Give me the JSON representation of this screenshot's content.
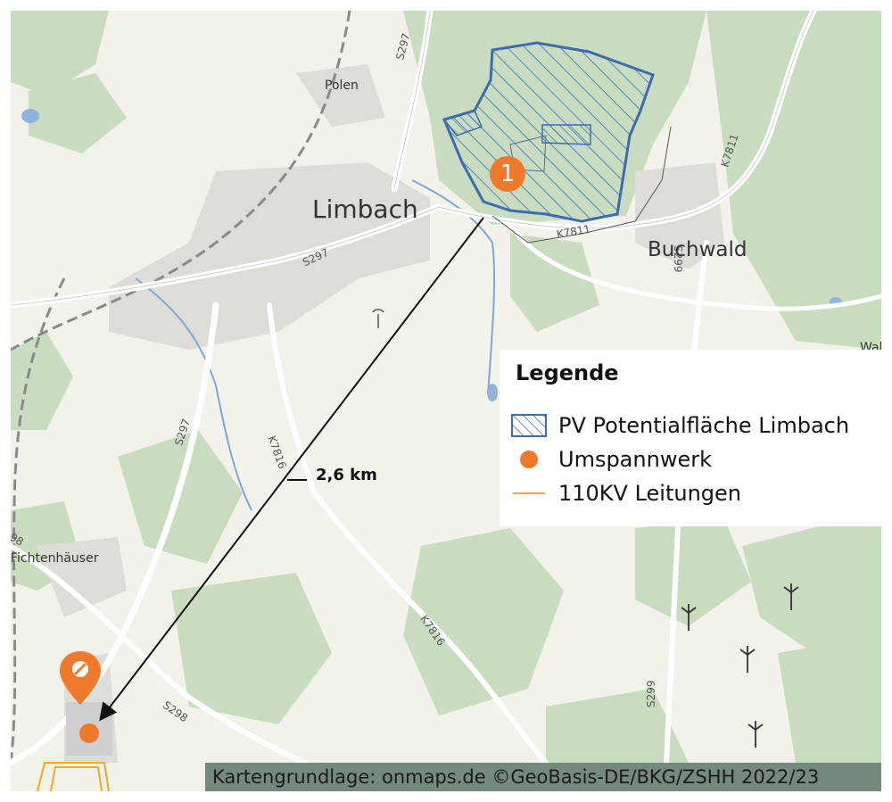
{
  "map": {
    "places": {
      "limbach": "Limbach",
      "buchwald": "Buchwald",
      "polen": "Polen",
      "fichtenhaeuser": "Fichtenhäuser",
      "wal_partial": "Wal"
    },
    "roads": {
      "s297_top": "S297",
      "s297_mid": "S297",
      "s297_lower": "S297",
      "k7811_bottom": "K7811",
      "k7811_right": "K7811",
      "s299_upper": "S299",
      "s299_lower": "S299",
      "k7816_upper": "K7816",
      "k7816_lower": "K7816",
      "s298": "S298",
      "s298_partial": "98"
    },
    "marker_number": "1",
    "distance_label": "2,6 km",
    "colors": {
      "pv_area": "#3b6cb0",
      "substation": "#f07a2c",
      "power_line": "#f5a623",
      "road": "#ffffff",
      "forest": "#c8dbc0",
      "water": "#7ea6d8"
    }
  },
  "legend": {
    "title": "Legende",
    "items": [
      {
        "label": "PV Potentialfläche Limbach",
        "icon": "hatched-area-icon"
      },
      {
        "label": "Umspannwerk",
        "icon": "orange-dot-icon"
      },
      {
        "label": "110KV Leitungen",
        "icon": "orange-line-icon"
      }
    ]
  },
  "attribution": "Kartengrundlage: onmaps.de ©GeoBasis-DE/BKG/ZSHH 2022/23"
}
